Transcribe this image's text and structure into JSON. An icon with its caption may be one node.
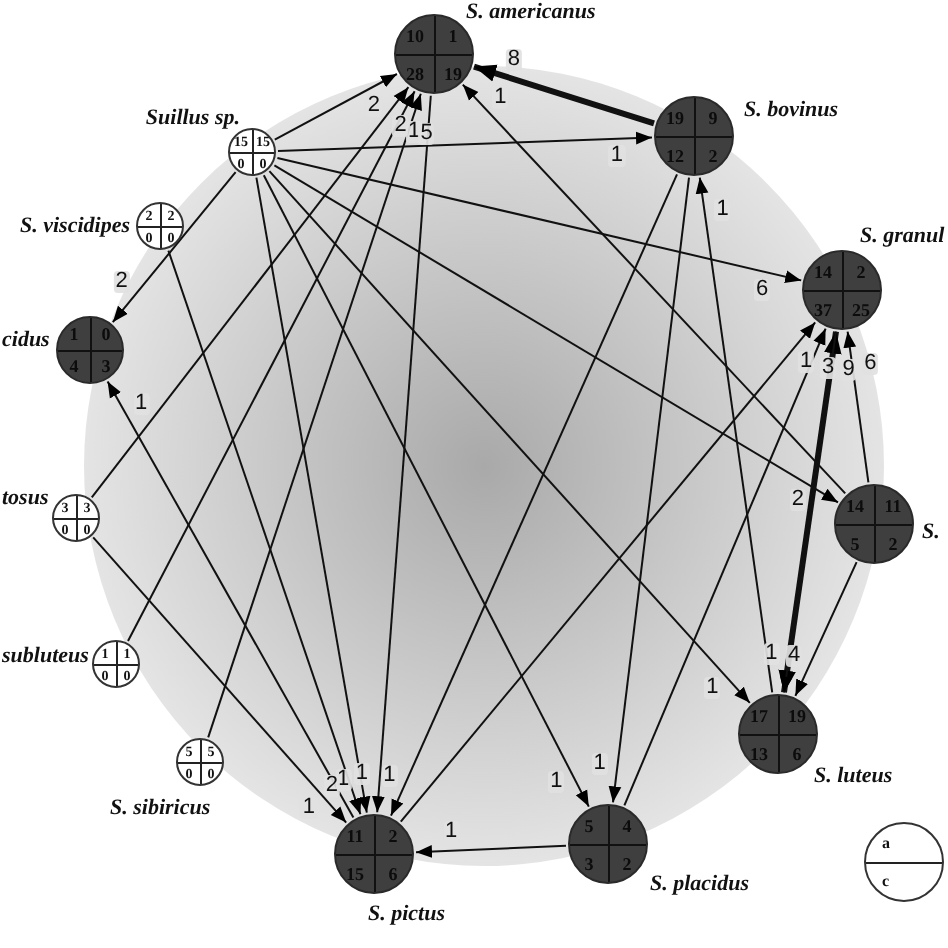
{
  "diagram": {
    "nodes": [
      {
        "text": [
          "Suillus sp.",
          "15",
          "15",
          "0",
          "0"
        ]
      },
      {
        "text": [
          "S. viscidipes",
          "2",
          "2",
          "0",
          "0"
        ]
      },
      {
        "text": [
          "cidus",
          "1",
          "0",
          "4",
          "3"
        ]
      },
      {
        "text": [
          "S. americanus",
          "10",
          "1",
          "28",
          "19"
        ]
      },
      {
        "text": [
          "S. bovinus",
          "19",
          "9",
          "12",
          "2"
        ]
      },
      {
        "text": [
          "S. granul",
          "14",
          "2",
          "37",
          "25"
        ]
      },
      {
        "text": [
          "S.",
          "14",
          "11",
          "5",
          "2"
        ]
      },
      {
        "text": [
          "S. luteus",
          "17",
          "19",
          "13",
          "6"
        ]
      },
      {
        "text": [
          "S. placidus",
          "5",
          "4",
          "3",
          "2"
        ]
      },
      {
        "text": [
          "S. pictus",
          "11",
          "2",
          "15",
          "6"
        ]
      },
      {
        "text": [
          "tosus",
          "3",
          "3",
          "0",
          "0"
        ]
      },
      {
        "text": [
          "subluteus",
          "1",
          "1",
          "0",
          "0"
        ]
      },
      {
        "text": [
          "S. sibiricus",
          "5",
          "5",
          "0",
          "0"
        ]
      },
      {
        "text": [
          "a",
          "c"
        ]
      }
    ],
    "edges": [
      {
        "from": 0,
        "to": 3,
        "arrow": "to",
        "label": "2"
      },
      {
        "from": 0,
        "to": 4,
        "arrow": "to",
        "label": "1"
      },
      {
        "from": 0,
        "to": 5,
        "arrow": "to",
        "label": "6"
      },
      {
        "from": 0,
        "to": 6,
        "arrow": "to",
        "label": "2"
      },
      {
        "from": 0,
        "to": 7,
        "arrow": "to",
        "label": "1"
      },
      {
        "from": 0,
        "to": 2,
        "arrow": "to",
        "label": "2"
      },
      {
        "from": 0,
        "to": 9,
        "arrow": "to",
        "label": "1"
      },
      {
        "from": 0,
        "to": 8,
        "arrow": "to",
        "label": "1"
      },
      {
        "from": 1,
        "to": 9,
        "arrow": "to",
        "label": "2"
      },
      {
        "from": 10,
        "to": 3,
        "arrow": "to",
        "label": "2"
      },
      {
        "from": 11,
        "to": 3,
        "arrow": "to",
        "label": "1"
      },
      {
        "from": 12,
        "to": 3,
        "arrow": "to",
        "label": "5"
      },
      {
        "from": 10,
        "to": 9,
        "arrow": "to",
        "label": "1"
      },
      {
        "from": 4,
        "to": 3,
        "arrow": "to",
        "label": "8",
        "style": "thick"
      },
      {
        "from": 6,
        "to": 3,
        "arrow": "to",
        "label": "1"
      },
      {
        "from": 3,
        "to": 9,
        "arrow": "to",
        "label": "1"
      },
      {
        "from": 4,
        "to": 9,
        "arrow": "to",
        "label": "1"
      },
      {
        "from": 4,
        "to": 8,
        "arrow": "to",
        "label": "1"
      },
      {
        "from": 7,
        "to": 4,
        "arrow": "to",
        "label": "1"
      },
      {
        "from": 7,
        "to": 5,
        "arrow": "both",
        "label": "9",
        "style": "thick"
      },
      {
        "from": 5,
        "to": 7,
        "arrow": "to",
        "label": "1"
      },
      {
        "from": 6,
        "to": 7,
        "arrow": "to",
        "label": "4"
      },
      {
        "from": 6,
        "to": 5,
        "arrow": "to",
        "label": "6"
      },
      {
        "from": 9,
        "to": 5,
        "arrow": "to",
        "label": "1"
      },
      {
        "from": 8,
        "to": 5,
        "arrow": "to",
        "label": "3"
      },
      {
        "from": 8,
        "to": 9,
        "arrow": "to",
        "label": "1"
      },
      {
        "from": 9,
        "to": 2,
        "arrow": "to",
        "label": "1"
      }
    ]
  }
}
